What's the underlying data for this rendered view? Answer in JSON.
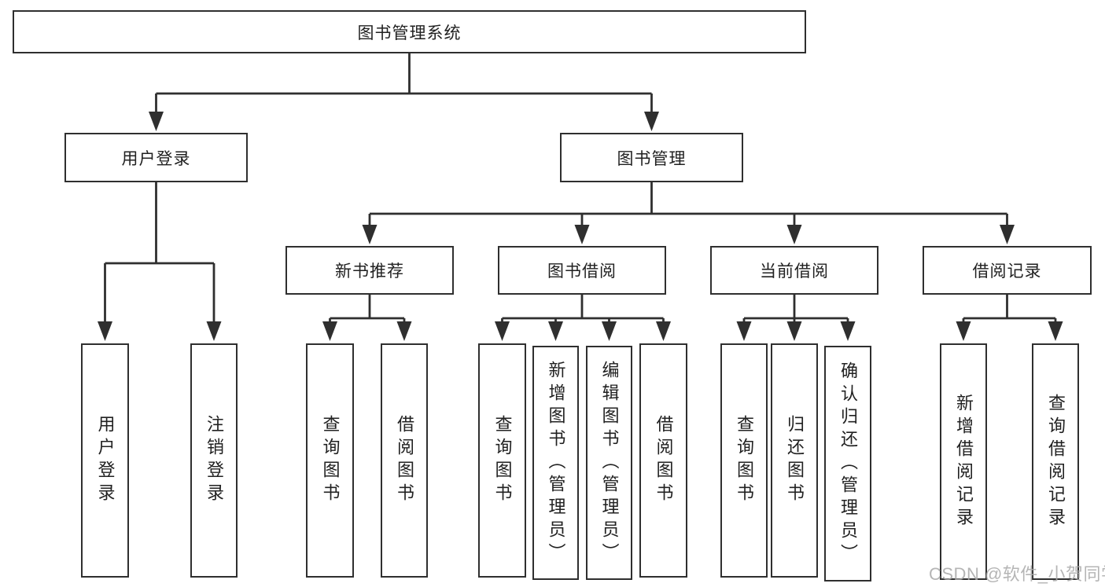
{
  "diagram": {
    "title": "图书管理系统",
    "colors": {
      "line": "#2f2f2f",
      "box_border": "#2f2f2f",
      "text": "#212121",
      "background": "#ffffff",
      "watermark": "#a8a8a8"
    },
    "root": {
      "label": "图书管理系统"
    },
    "level2": [
      {
        "id": "user-login",
        "label": "用户登录"
      },
      {
        "id": "book-management",
        "label": "图书管理"
      }
    ],
    "level3": [
      {
        "id": "new-book-recommend",
        "parent": "图书管理",
        "label": "新书推荐"
      },
      {
        "id": "book-borrowing",
        "parent": "图书管理",
        "label": "图书借阅"
      },
      {
        "id": "current-borrowing",
        "parent": "图书管理",
        "label": "当前借阅"
      },
      {
        "id": "borrowing-records",
        "parent": "图书管理",
        "label": "借阅记录"
      }
    ],
    "leaves": [
      {
        "id": "leaf-user-login",
        "parent": "用户登录",
        "label": "用户登录"
      },
      {
        "id": "leaf-logout",
        "parent": "用户登录",
        "label": "注销登录"
      },
      {
        "id": "leaf-query-books-1",
        "parent": "新书推荐",
        "label": "查询图书"
      },
      {
        "id": "leaf-borrow-books-1",
        "parent": "新书推荐",
        "label": "借阅图书"
      },
      {
        "id": "leaf-query-books-2",
        "parent": "图书借阅",
        "label": "查询图书"
      },
      {
        "id": "leaf-add-books",
        "parent": "图书借阅",
        "label": "新增图书（管理员）"
      },
      {
        "id": "leaf-edit-books",
        "parent": "图书借阅",
        "label": "编辑图书（管理员）"
      },
      {
        "id": "leaf-borrow-books-2",
        "parent": "图书借阅",
        "label": "借阅图书"
      },
      {
        "id": "leaf-query-books-3",
        "parent": "当前借阅",
        "label": "查询图书"
      },
      {
        "id": "leaf-return-books",
        "parent": "当前借阅",
        "label": "归还图书"
      },
      {
        "id": "leaf-confirm-return",
        "parent": "当前借阅",
        "label": "确认归还（管理员）"
      },
      {
        "id": "leaf-add-borrow-record",
        "parent": "借阅记录",
        "label": "新增借阅记录"
      },
      {
        "id": "leaf-query-borrow-record",
        "parent": "借阅记录",
        "label": "查询借阅记录"
      }
    ]
  },
  "watermark": {
    "text": "CSDN @软件_小贺同学"
  }
}
